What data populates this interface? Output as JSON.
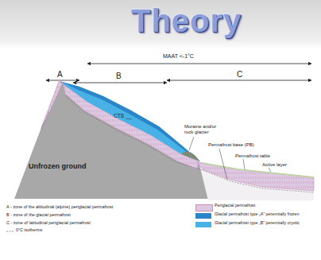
{
  "diagram": {
    "title": "Theory",
    "labels": [
      "MAAT <-1°C",
      "A",
      "B",
      "C",
      "CTS",
      "Moraine and/or rock glacier",
      "Permafrost base (PB)",
      "Permafrost table",
      "Active layer",
      "Unfrozen ground",
      "A - zone of the altitudinal (alpine) periglacial permafrost",
      "B - zone of the glacial permafrost",
      "C - zone of latitudinal periglacial permafrost"
    ],
    "legend": [
      {
        "text": "0°C isotherms"
      },
      {
        "text": "Periglacial permafrost",
        "color": "#ddc8e2"
      },
      {
        "text": "Glacial permafrost type „A\" perennially frozen",
        "color": "#2b86c9"
      },
      {
        "text": "Glacial permafrost type „B\" perennially cryotic",
        "color": "#48b2e6"
      }
    ]
  }
}
